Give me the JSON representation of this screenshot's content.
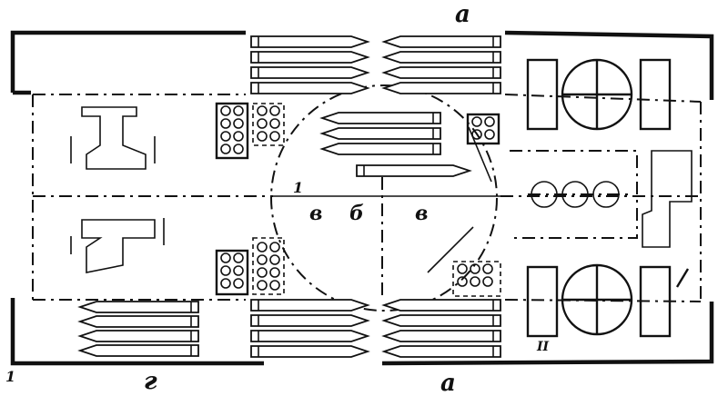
{
  "labels": {
    "top_a": "a",
    "bottom_a": "a",
    "bottom_g": "г",
    "center_v_left": "в",
    "center_b": "б",
    "center_v_right": "в",
    "mark_left_center": "1",
    "mark_bottom_left": "1",
    "mark_bottom_right": "II"
  },
  "colors": {
    "ink": "#111111",
    "paper": "#ffffff"
  }
}
